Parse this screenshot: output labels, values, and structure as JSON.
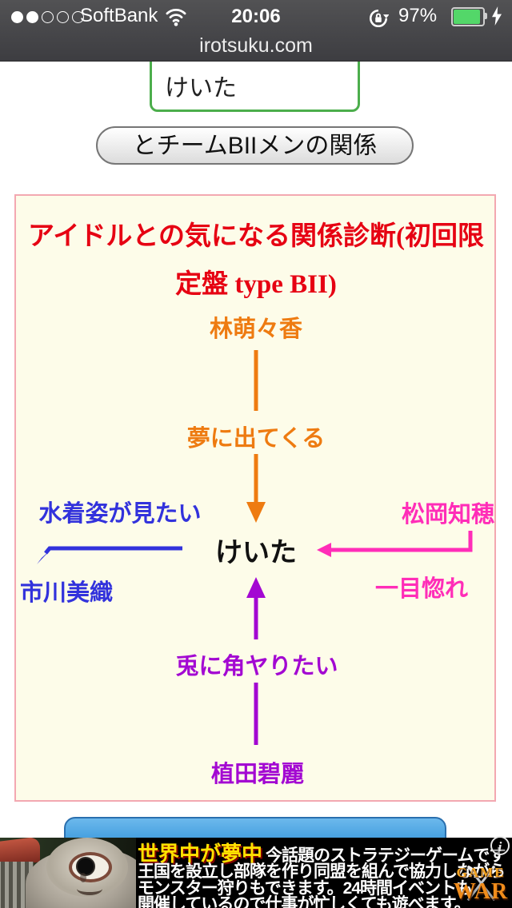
{
  "status_bar": {
    "carrier": "SoftBank",
    "time": "20:06",
    "battery_percent": "97%",
    "signal_filled": 2,
    "signal_total": 5,
    "battery_color": "#53d769"
  },
  "url_bar": {
    "domain": "irotsuku.com"
  },
  "form": {
    "name_value": "けいた",
    "button_label": "とチームBIIメンの関係"
  },
  "diagram": {
    "title": "アイドルとの気になる関係診断(初回限定盤 type BII)",
    "title_color": "#e60012",
    "box_background": "#fdfce9",
    "box_border_color": "#f3a8b1",
    "center_name": "けいた",
    "relations": [
      {
        "name": "林萌々香",
        "label": "夢に出てくる",
        "position": "top",
        "color": "#ee7b11"
      },
      {
        "name": "市川美織",
        "label": "水着姿が見たい",
        "position": "left",
        "color": "#3232dc"
      },
      {
        "name": "松岡知穂",
        "label": "一目惚れ",
        "position": "right",
        "color": "#ff2db8"
      },
      {
        "name": "植田碧麗",
        "label": "兎に角ヤりたい",
        "position": "bottom",
        "color": "#a308d2"
      }
    ]
  },
  "ad": {
    "headline": "世界中が夢中",
    "headline_color": "#ffe100",
    "line1_rest": "今話題のストラテジーゲームです",
    "line2": "王国を設立し部隊を作り同盟を組んで協力しながら",
    "line3": "モンスター狩りもできます。24時間イベントも",
    "line4": "開催しているので仕事が忙しくても遊べます。",
    "info_icon_glyph": "i",
    "logo_top": "GAME",
    "logo_bottom": "WAR"
  }
}
